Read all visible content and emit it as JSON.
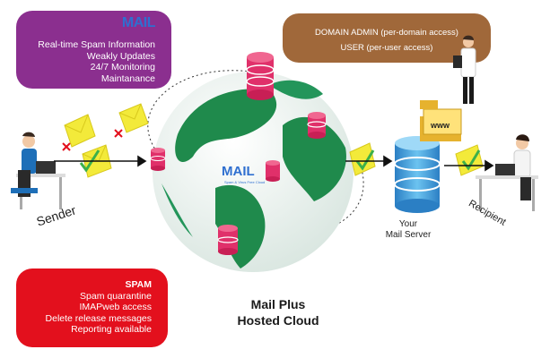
{
  "features_box": {
    "logo": "MAIL",
    "lines": [
      "Real-time Spam Information",
      "Weakly Updates",
      "24/7 Monitoring",
      "Maintanance"
    ]
  },
  "access_box": {
    "lines": [
      "DOMAIN ADMIN (per-domain access)",
      "USER (per-user access)"
    ]
  },
  "spam_box": {
    "title": "SPAM",
    "lines": [
      "Spam quarantine",
      "IMAPweb access",
      "Delete release messages",
      "Reporting available"
    ]
  },
  "labels": {
    "sender": "Sender",
    "recipient": "Recipient",
    "server_line1": "Your",
    "server_line2": "Mail Server",
    "cloud_line1": "Mail Plus",
    "cloud_line2": "Hosted Cloud",
    "www": "www",
    "globe_logo": "MAIL",
    "globe_tagline": "Spam & Virus Free Cloud"
  },
  "colors": {
    "features": "#8b2f8f",
    "access": "#a0683a",
    "spam": "#e3101d",
    "globe_ocean": "#ffffff",
    "globe_land": "#1f8a4c",
    "envelope": "#f3ea3a",
    "reject": "#e3101d",
    "accept": "#3cb04a",
    "database": "#e0306a",
    "server": "#3b9bd8"
  }
}
